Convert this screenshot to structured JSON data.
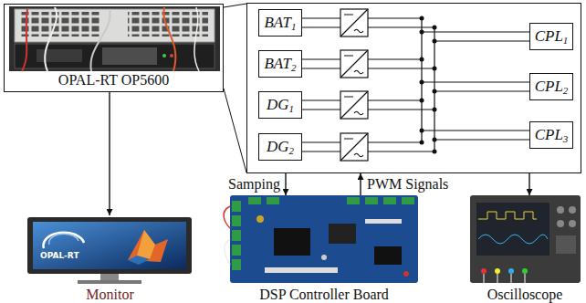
{
  "diagram": {
    "nodes": [
      {
        "text": [
          "OPAL-RT OP5600"
        ]
      },
      {
        "text": []
      },
      {
        "text": [
          "BAT1"
        ],
        "in": 1
      },
      {
        "text": [
          "BAT2"
        ],
        "in": 1
      },
      {
        "text": [
          "DG1"
        ],
        "in": 1
      },
      {
        "text": [
          "DG2"
        ],
        "in": 1
      },
      {
        "text": [
          "CPL1"
        ],
        "in": 1
      },
      {
        "text": [
          "CPL2"
        ],
        "in": 1
      },
      {
        "text": [
          "CPL3"
        ],
        "in": 1
      },
      {
        "text": [
          "Monitor"
        ]
      },
      {
        "text": [
          "DSP Controller Board"
        ]
      },
      {
        "text": [
          "Oscilloscope"
        ]
      }
    ],
    "edges": [
      {
        "from": 0,
        "to": 9,
        "arrow": "to"
      },
      {
        "from": 0,
        "to": 1,
        "arrow": "none"
      },
      {
        "from": 0,
        "to": 1,
        "arrow": "none"
      },
      {
        "from": 1,
        "to": 10,
        "label": "Samping",
        "arrow": "to"
      },
      {
        "from": 10,
        "to": 1,
        "label": "PWM Signals",
        "arrow": "to"
      },
      {
        "from": 1,
        "to": 11,
        "arrow": "to"
      }
    ],
    "labels": [
      "OPAL-RT"
    ]
  }
}
